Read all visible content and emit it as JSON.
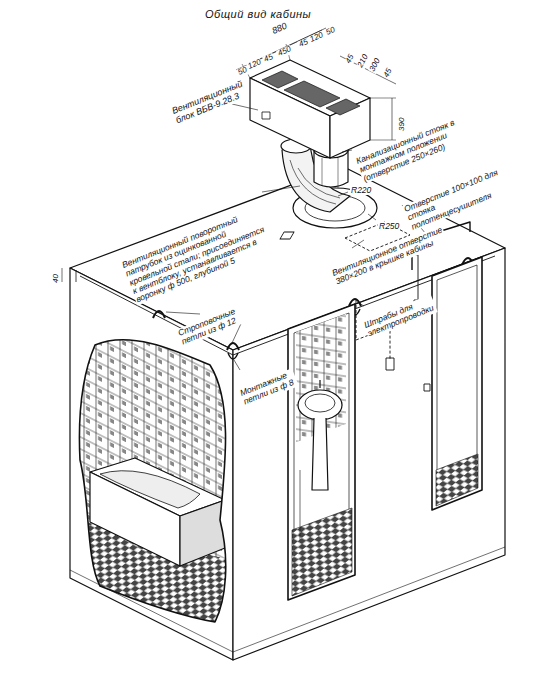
{
  "diagram": {
    "title": "Общий вид кабины",
    "labels": [
      "880",
      "50",
      "120",
      "45",
      "450",
      "45",
      "120",
      "50",
      "45",
      "210",
      "300",
      "45",
      "390",
      "Вентиляционный блок ВБВ-9.28.3",
      "Канализационный стояк в монтажном положении (отверстие 250×260)",
      "R220",
      "Вентиляционный поворотный патрубок из оцинкованной кровельной стали; присоединяется к вентблоку, устанавливается в воронку ф 500, глубиной 5",
      "R250",
      "Отверстие 100×100 для стояка полотенцесушителя",
      "Вентиляционное отверстие 380×200 в крышке кабины",
      "40",
      "Строповочные петли из ф 12",
      "Монтажные петли из ф 8",
      "Штрабы для электропроводки"
    ]
  }
}
